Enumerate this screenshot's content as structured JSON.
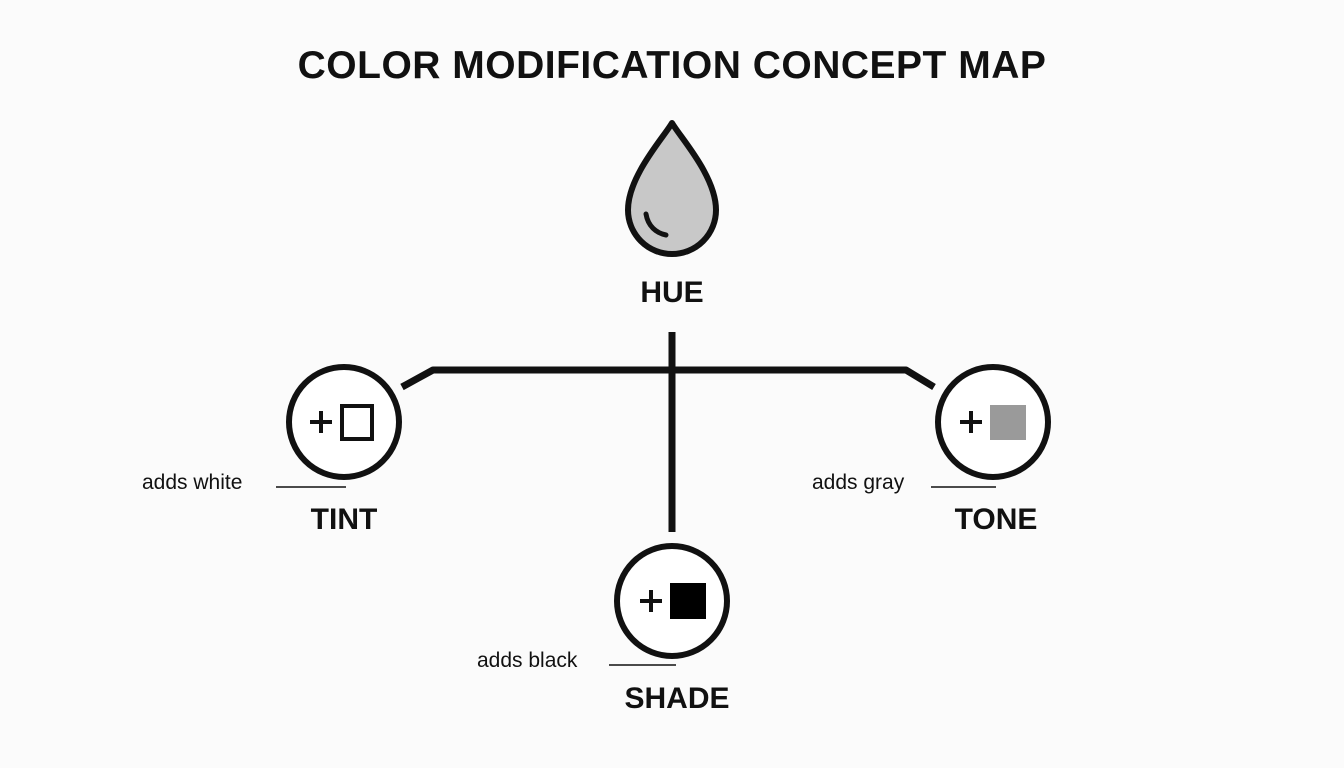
{
  "title": "COLOR MODIFICATION CONCEPT MAP",
  "root": {
    "label": "HUE",
    "icon": "droplet-icon"
  },
  "branches": [
    {
      "id": "tint",
      "label": "TINT",
      "annotation": "adds white",
      "icon": "plus-white-square-icon",
      "swatch": "#ffffff"
    },
    {
      "id": "shade",
      "label": "SHADE",
      "annotation": "adds black",
      "icon": "plus-black-square-icon",
      "swatch": "#000000"
    },
    {
      "id": "tone",
      "label": "TONE",
      "annotation": "adds gray",
      "icon": "plus-gray-square-icon",
      "swatch": "#9a9a9a"
    }
  ],
  "colors": {
    "stroke": "#111111",
    "droplet_fill": "#c8c8c8",
    "background": "#fbfbfb"
  }
}
